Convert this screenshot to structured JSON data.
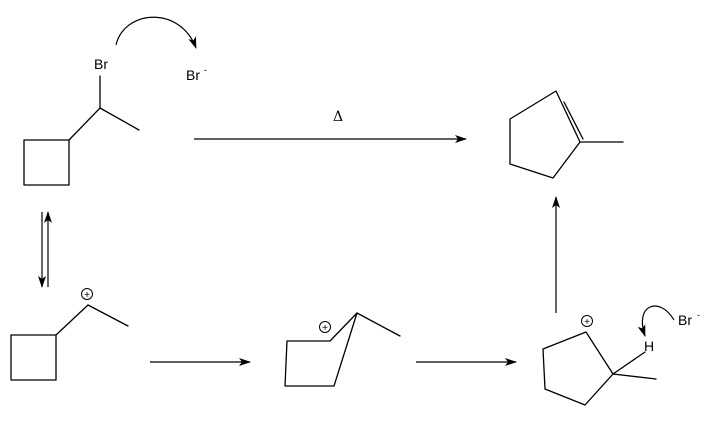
{
  "atoms": {
    "br_top": "Br",
    "bromide_top": "Br",
    "hydrogen": "H",
    "bromide_right": "Br"
  },
  "charges": {
    "minus": "-",
    "plus": "+"
  },
  "conditions": {
    "heat": "Δ"
  }
}
